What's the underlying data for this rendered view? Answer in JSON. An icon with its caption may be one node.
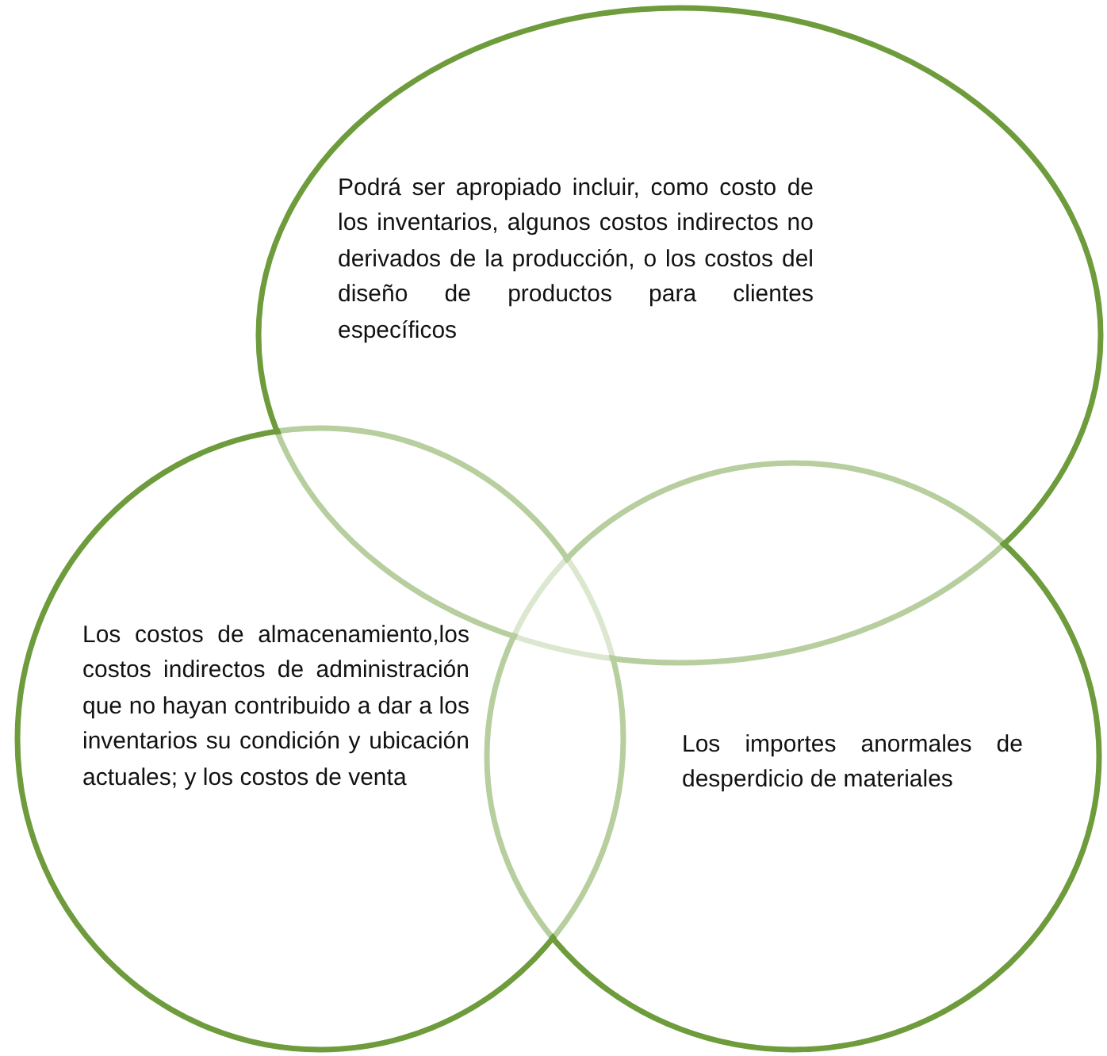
{
  "diagram": {
    "nodes": [
      {
        "text": [
          "Podrá ser apropiado incluir, como costo de los inventarios, algunos costos indirectos no derivados de la producción, o los costos del diseño de productos para clientes específicos"
        ]
      },
      {
        "text": [
          "Los costos de almacenamiento,los costos indirectos de administración que no hayan contribuido a dar a los inventarios su condición y ubicación actuales; y los costos de venta"
        ]
      },
      {
        "text": [
          "Los importes anormales de desperdicio de materiales"
        ]
      }
    ]
  }
}
